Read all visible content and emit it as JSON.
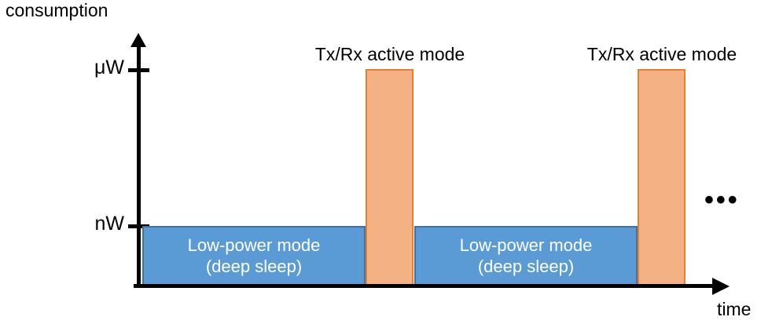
{
  "chart_data": {
    "type": "area",
    "title": "",
    "ylabel": "consumption",
    "xlabel": "time",
    "ytick_labels": [
      "μW",
      "nW"
    ],
    "grid": false,
    "legend": "none",
    "annotations": [
      "Tx/Rx active mode",
      "Tx/Rx active mode",
      "..."
    ],
    "series": [
      {
        "name": "Low-power mode (deep sleep)",
        "level": "nW",
        "color": "#5B9BD5",
        "border_color": "#41719C",
        "label_lines": [
          "Low-power mode",
          "(deep sleep)"
        ],
        "segments": [
          {
            "x_start": 0,
            "x_end": 284
          },
          {
            "x_start": 346,
            "x_end": 630
          }
        ]
      },
      {
        "name": "Tx/Rx active mode",
        "level": "μW",
        "color": "#F4B183",
        "border_color": "#ED7D31",
        "label_lines": [],
        "segments": [
          {
            "x_start": 284,
            "x_end": 345
          },
          {
            "x_start": 630,
            "x_end": 691
          }
        ]
      }
    ]
  },
  "axes": {
    "y_title": "consumption",
    "x_title": "time",
    "y_ticks": [
      {
        "id": "uw",
        "label": "μW"
      },
      {
        "id": "nw",
        "label": "nW"
      }
    ]
  },
  "boxes": {
    "low_power_1": {
      "line1": "Low-power mode",
      "line2": "(deep sleep)"
    },
    "low_power_2": {
      "line1": "Low-power mode",
      "line2": "(deep sleep)"
    }
  },
  "annotations": {
    "active_1": "Tx/Rx active mode",
    "active_2": "Tx/Rx active mode",
    "continuation": "•••"
  },
  "colors": {
    "low_power_fill": "#5B9BD5",
    "low_power_border": "#41719C",
    "active_fill": "#F4B183",
    "active_border": "#ED7D31",
    "axis": "#000000",
    "background": "#FFFFFF",
    "box_text": "#FFFFFF"
  }
}
